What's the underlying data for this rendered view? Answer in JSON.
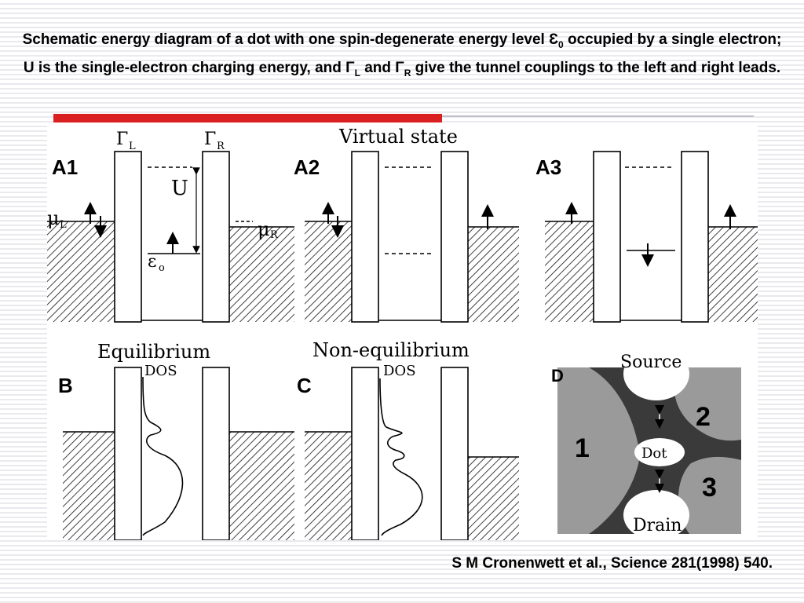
{
  "title": {
    "part1": "Schematic energy diagram of a dot with one spin-degenerate energy level ",
    "eps": "Ɛ",
    "eps_sub": "0",
    "part2": " occupied by a single electron; U is the single-electron charging energy, and ",
    "gammaL": "Γ",
    "gammaL_sub": "L",
    "part3": " and ",
    "gammaR": "Γ",
    "gammaR_sub": "R",
    "part4": " give the tunnel couplings to the left and right leads."
  },
  "figure": {
    "panels": {
      "A1": "A1",
      "A2": "A2",
      "A3": "A3",
      "B": "B",
      "C": "C",
      "D": "D"
    },
    "headings": {
      "virtual_state": "Virtual state",
      "equilibrium": "Equilibrium",
      "non_equilibrium": "Non-equilibrium",
      "dos": "DOS"
    },
    "symbols": {
      "gamma": "Γ",
      "gamma_l_sub": "L",
      "gamma_r_sub": "R",
      "u": "U",
      "mu": "μ",
      "mu_l_sub": "L",
      "mu_r_sub": "R",
      "eps": "ε",
      "eps_sub": "o"
    },
    "micrograph": {
      "source": "Source",
      "drain": "Drain",
      "dot": "Dot",
      "gate1": "1",
      "gate2": "2",
      "gate3": "3"
    }
  },
  "citation": "S M Cronenwett et al., Science 281(1998) 540.",
  "colors": {
    "accent_bar": "#d91f1f",
    "micrograph_gray": "#9a9a9a",
    "micrograph_dark": "#3a3a3a"
  }
}
